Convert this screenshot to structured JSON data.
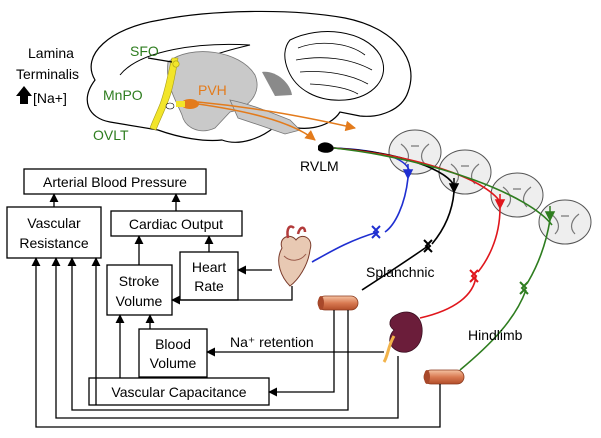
{
  "brain": {
    "lamina_terminalis_line1": "Lamina",
    "lamina_terminalis_line2": "Terminalis",
    "sodium_label": "[Na+]",
    "sfo": "SFO",
    "mnpo": "MnPO",
    "ovlt": "OVLT",
    "pvh": "PVH",
    "rvlm": "RVLM"
  },
  "boxes": {
    "arterial_pressure": "Arterial Blood Pressure",
    "vascular_resistance_line1": "Vascular",
    "vascular_resistance_line2": "Resistance",
    "cardiac_output": "Cardiac Output",
    "stroke_volume_line1": "Stroke",
    "stroke_volume_line2": "Volume",
    "heart_rate_line1": "Heart",
    "heart_rate_line2": "Rate",
    "blood_volume_line1": "Blood",
    "blood_volume_line2": "Volume",
    "vascular_capacitance": "Vascular Capacitance"
  },
  "labels": {
    "splanchnic": "Splanchnic",
    "hindlimb": "Hindlimb",
    "na_retention": "Na⁺ retention"
  },
  "colors": {
    "green_text": "#2e7d1f",
    "orange_text": "#e37b1c",
    "blue_nerve": "#1f2fd1",
    "red_nerve": "#e0161c",
    "green_nerve": "#2e7d1f",
    "black_nerve": "#000000",
    "lamina_yellow": "#f2e52a",
    "brain_gray": "#c9c9c9",
    "vessel_color": "#e8a07a",
    "kidney_color": "#6b1d3a"
  }
}
